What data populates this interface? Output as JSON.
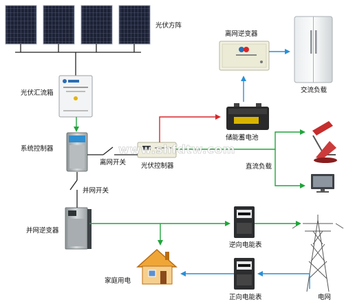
{
  "labels": {
    "pv_array": "光伏方阵",
    "pv_combiner": "光伏汇流箱",
    "system_controller": "系统控制器",
    "offgrid_switch": "离网开关",
    "grid_switch": "并网开关",
    "grid_inverter": "并网逆变器",
    "offgrid_inverter": "离网逆变器",
    "ac_load": "交流负载",
    "pv_controller": "光伏控制器",
    "battery": "储能蓄电池",
    "dc_load": "直流负载",
    "reverse_meter": "逆向电能表",
    "forward_meter": "正向电能表",
    "household": "家庭用电",
    "grid": "电网"
  },
  "watermark": "www.shfdtw.com",
  "colors": {
    "dc_line": "#1fa53a",
    "ac_line": "#2a8fd6",
    "battery_line": "#d8272a",
    "wire": "#222222"
  },
  "icons": {
    "solar_panel": "solar-panel-icon",
    "combiner_box": "combiner-box-icon",
    "controller_cabinet": "controller-cabinet-icon",
    "inverter_cabinet": "inverter-cabinet-icon",
    "refrigerator": "refrigerator-icon",
    "battery": "battery-icon",
    "lamp": "desk-lamp-icon",
    "monitor": "monitor-icon",
    "energy_meter": "energy-meter-icon",
    "house": "house-icon",
    "pylon": "transmission-tower-icon"
  }
}
